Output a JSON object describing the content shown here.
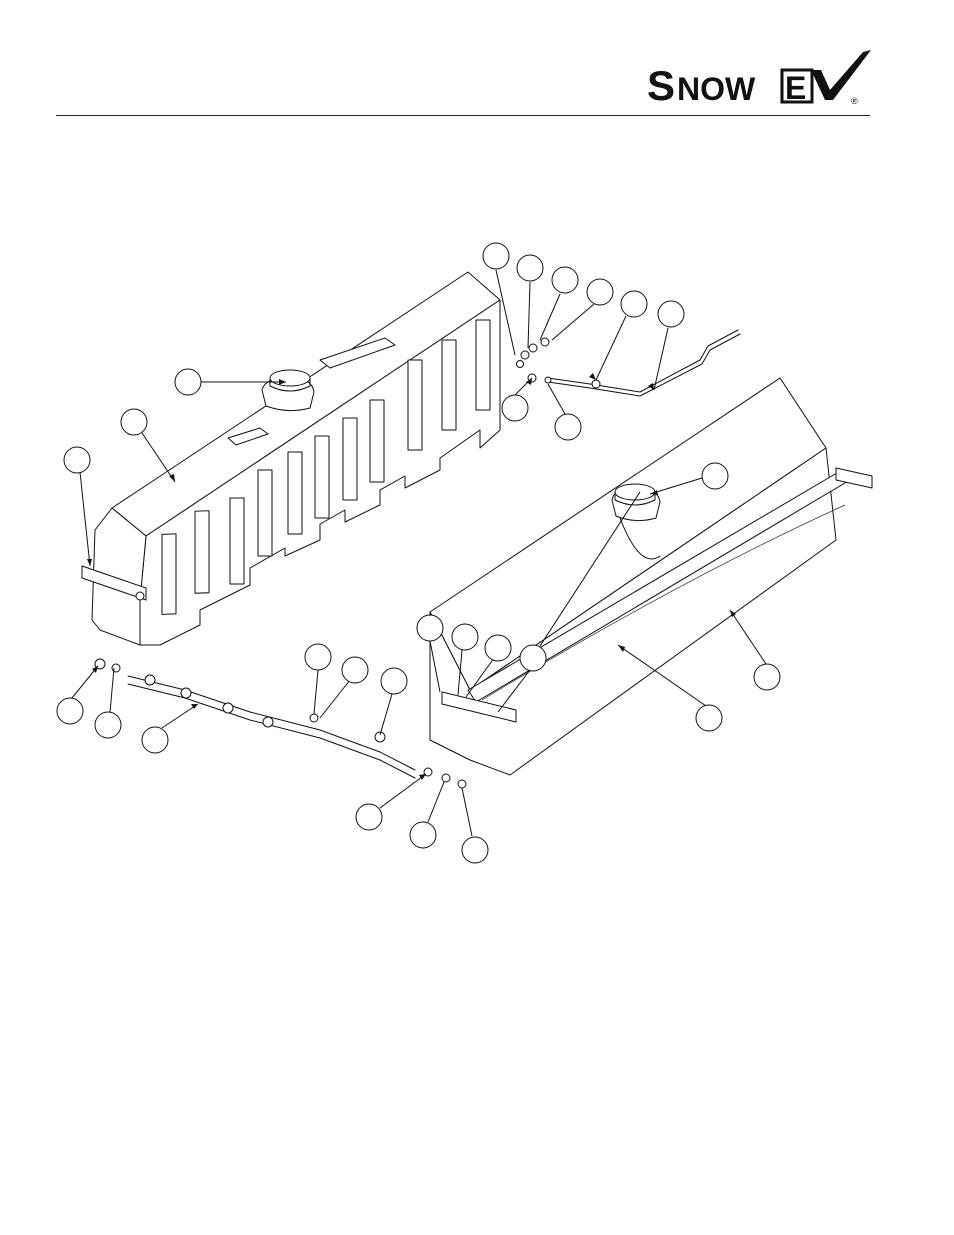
{
  "header": {
    "brand_name": "SnowEx",
    "brand_mark": "checkmark-logo"
  },
  "colors": {
    "line": "#111111",
    "background": "#ffffff"
  },
  "diagram": {
    "callout_count": 27,
    "callout_labels": []
  }
}
